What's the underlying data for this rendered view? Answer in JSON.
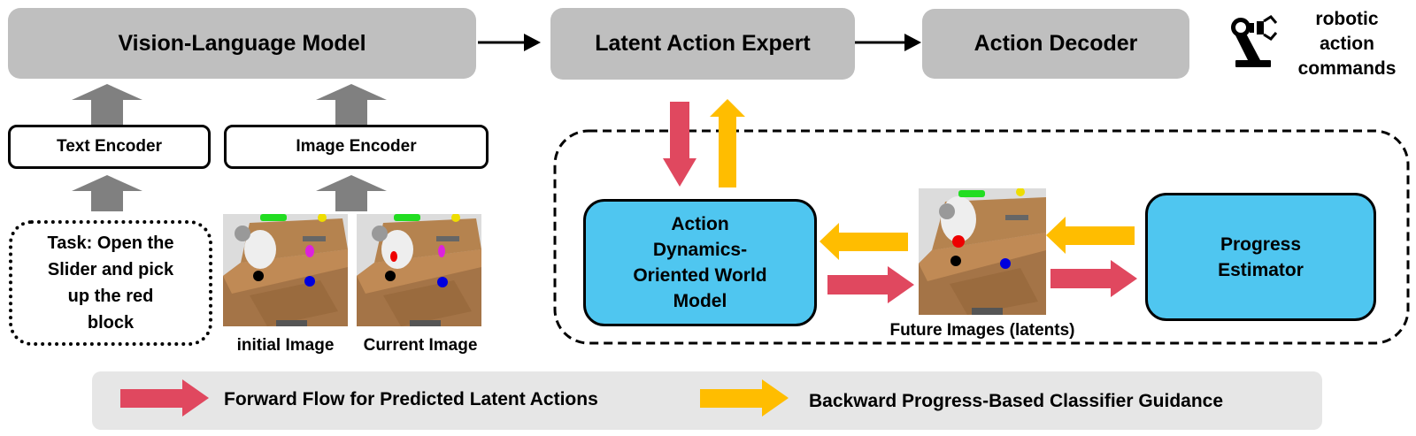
{
  "colors": {
    "module_gray": "#bfbfbf",
    "encoder_arrow_gray": "#808080",
    "world_model_blue": "#4fc6f0",
    "forward_red": "#e0485f",
    "backward_yellow": "#ffbd00",
    "legend_background": "#e6e6e6"
  },
  "top_row": {
    "vlm": "Vision-Language Model",
    "latent_action_expert": "Latent Action Expert",
    "action_decoder": "Action Decoder",
    "output_icon": "robot-arm-icon",
    "output_label_lines": [
      "robotic",
      "action",
      "commands"
    ]
  },
  "encoders": {
    "text_encoder": "Text Encoder",
    "image_encoder": "Image Encoder"
  },
  "task": {
    "lines": [
      "Task: Open the",
      "Slider and pick",
      "up the red",
      "block"
    ]
  },
  "images": {
    "initial_caption": "initial Image",
    "current_caption": "Current Image",
    "future_caption": "Future Images (latents)"
  },
  "world_model_loop": {
    "world_model_lines": [
      "Action",
      "Dynamics-",
      "Oriented World",
      "Model"
    ],
    "progress_estimator_lines": [
      "Progress",
      "Estimator"
    ]
  },
  "legend": {
    "forward_label": "Forward Flow for Predicted Latent Actions",
    "backward_label": "Backward Progress-Based Classifier Guidance"
  }
}
